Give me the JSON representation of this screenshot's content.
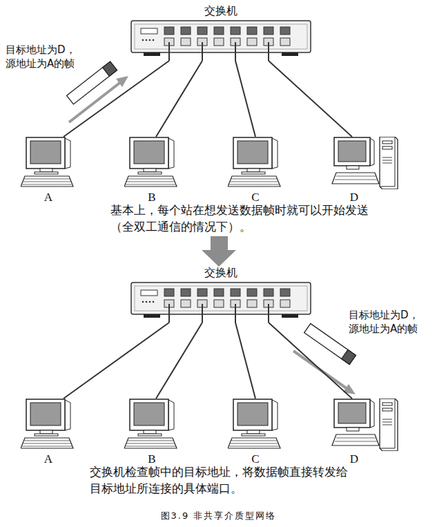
{
  "diagram": {
    "caption": "图3.9 非共享介质型网络",
    "nodes": [
      {
        "text": [
          "交换机"
        ]
      },
      {
        "text": [
          "A"
        ]
      },
      {
        "text": [
          "B"
        ]
      },
      {
        "text": [
          "C"
        ]
      },
      {
        "text": [
          "D"
        ]
      },
      {
        "text": [
          "交换机"
        ]
      },
      {
        "text": [
          "A"
        ]
      },
      {
        "text": [
          "B"
        ]
      },
      {
        "text": [
          "C"
        ]
      },
      {
        "text": [
          "D"
        ]
      }
    ],
    "edges": [
      {
        "from": 0,
        "to": 1,
        "arrow": "none"
      },
      {
        "from": 0,
        "to": 2,
        "arrow": "none"
      },
      {
        "from": 0,
        "to": 3,
        "arrow": "none"
      },
      {
        "from": 0,
        "to": 4,
        "arrow": "none"
      },
      {
        "from": 5,
        "to": 6,
        "arrow": "none"
      },
      {
        "from": 5,
        "to": 7,
        "arrow": "none"
      },
      {
        "from": 5,
        "to": 8,
        "arrow": "none"
      },
      {
        "from": 5,
        "to": 9,
        "arrow": "none"
      }
    ],
    "labels": [
      "目标地址为D， 源地址为A的帧",
      "基本上，每个站在想发送数据帧时就可以开始发送 （全双工通信的情况下）。",
      "目标地址为D， 源地址为A的帧",
      "交换机检查帧中的目标地址，将数据帧直接转发给 目标地址所连接的具体端口。"
    ]
  }
}
